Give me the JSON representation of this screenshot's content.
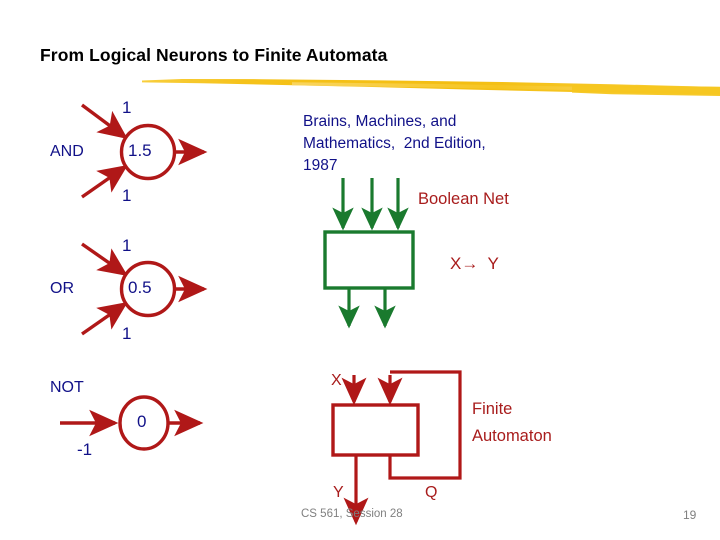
{
  "slide": {
    "title": "From Logical Neurons to Finite Automata",
    "accent_yellow": "#F5C21A",
    "accent_red": "#B01818",
    "accent_blue": "#111188",
    "accent_green": "#1A7A2E",
    "footer_gray": "#808080"
  },
  "neurons": [
    {
      "name": "AND",
      "label": "AND",
      "threshold": "1.5",
      "weights": [
        "1",
        "1"
      ]
    },
    {
      "name": "OR",
      "label": "OR",
      "threshold": "0.5",
      "weights": [
        "1",
        "1"
      ]
    },
    {
      "name": "NOT",
      "label": "NOT",
      "threshold": "0",
      "weights": [
        "-1"
      ]
    }
  ],
  "reference": {
    "line1": "Brains, Machines, and",
    "line2": "Mathematics,  2nd Edition,",
    "line3": "1987"
  },
  "boolean_net": {
    "title": "Boolean Net",
    "mapping": "X→  Y",
    "inputs_count": 3,
    "outputs_count": 2
  },
  "finite_automaton": {
    "title_line1": "Finite",
    "title_line2": "Automaton",
    "input_label": "X",
    "output_label": "Y",
    "state_label": "Q"
  },
  "footer": {
    "course": "CS 561, Session 28",
    "page_number": "19"
  }
}
